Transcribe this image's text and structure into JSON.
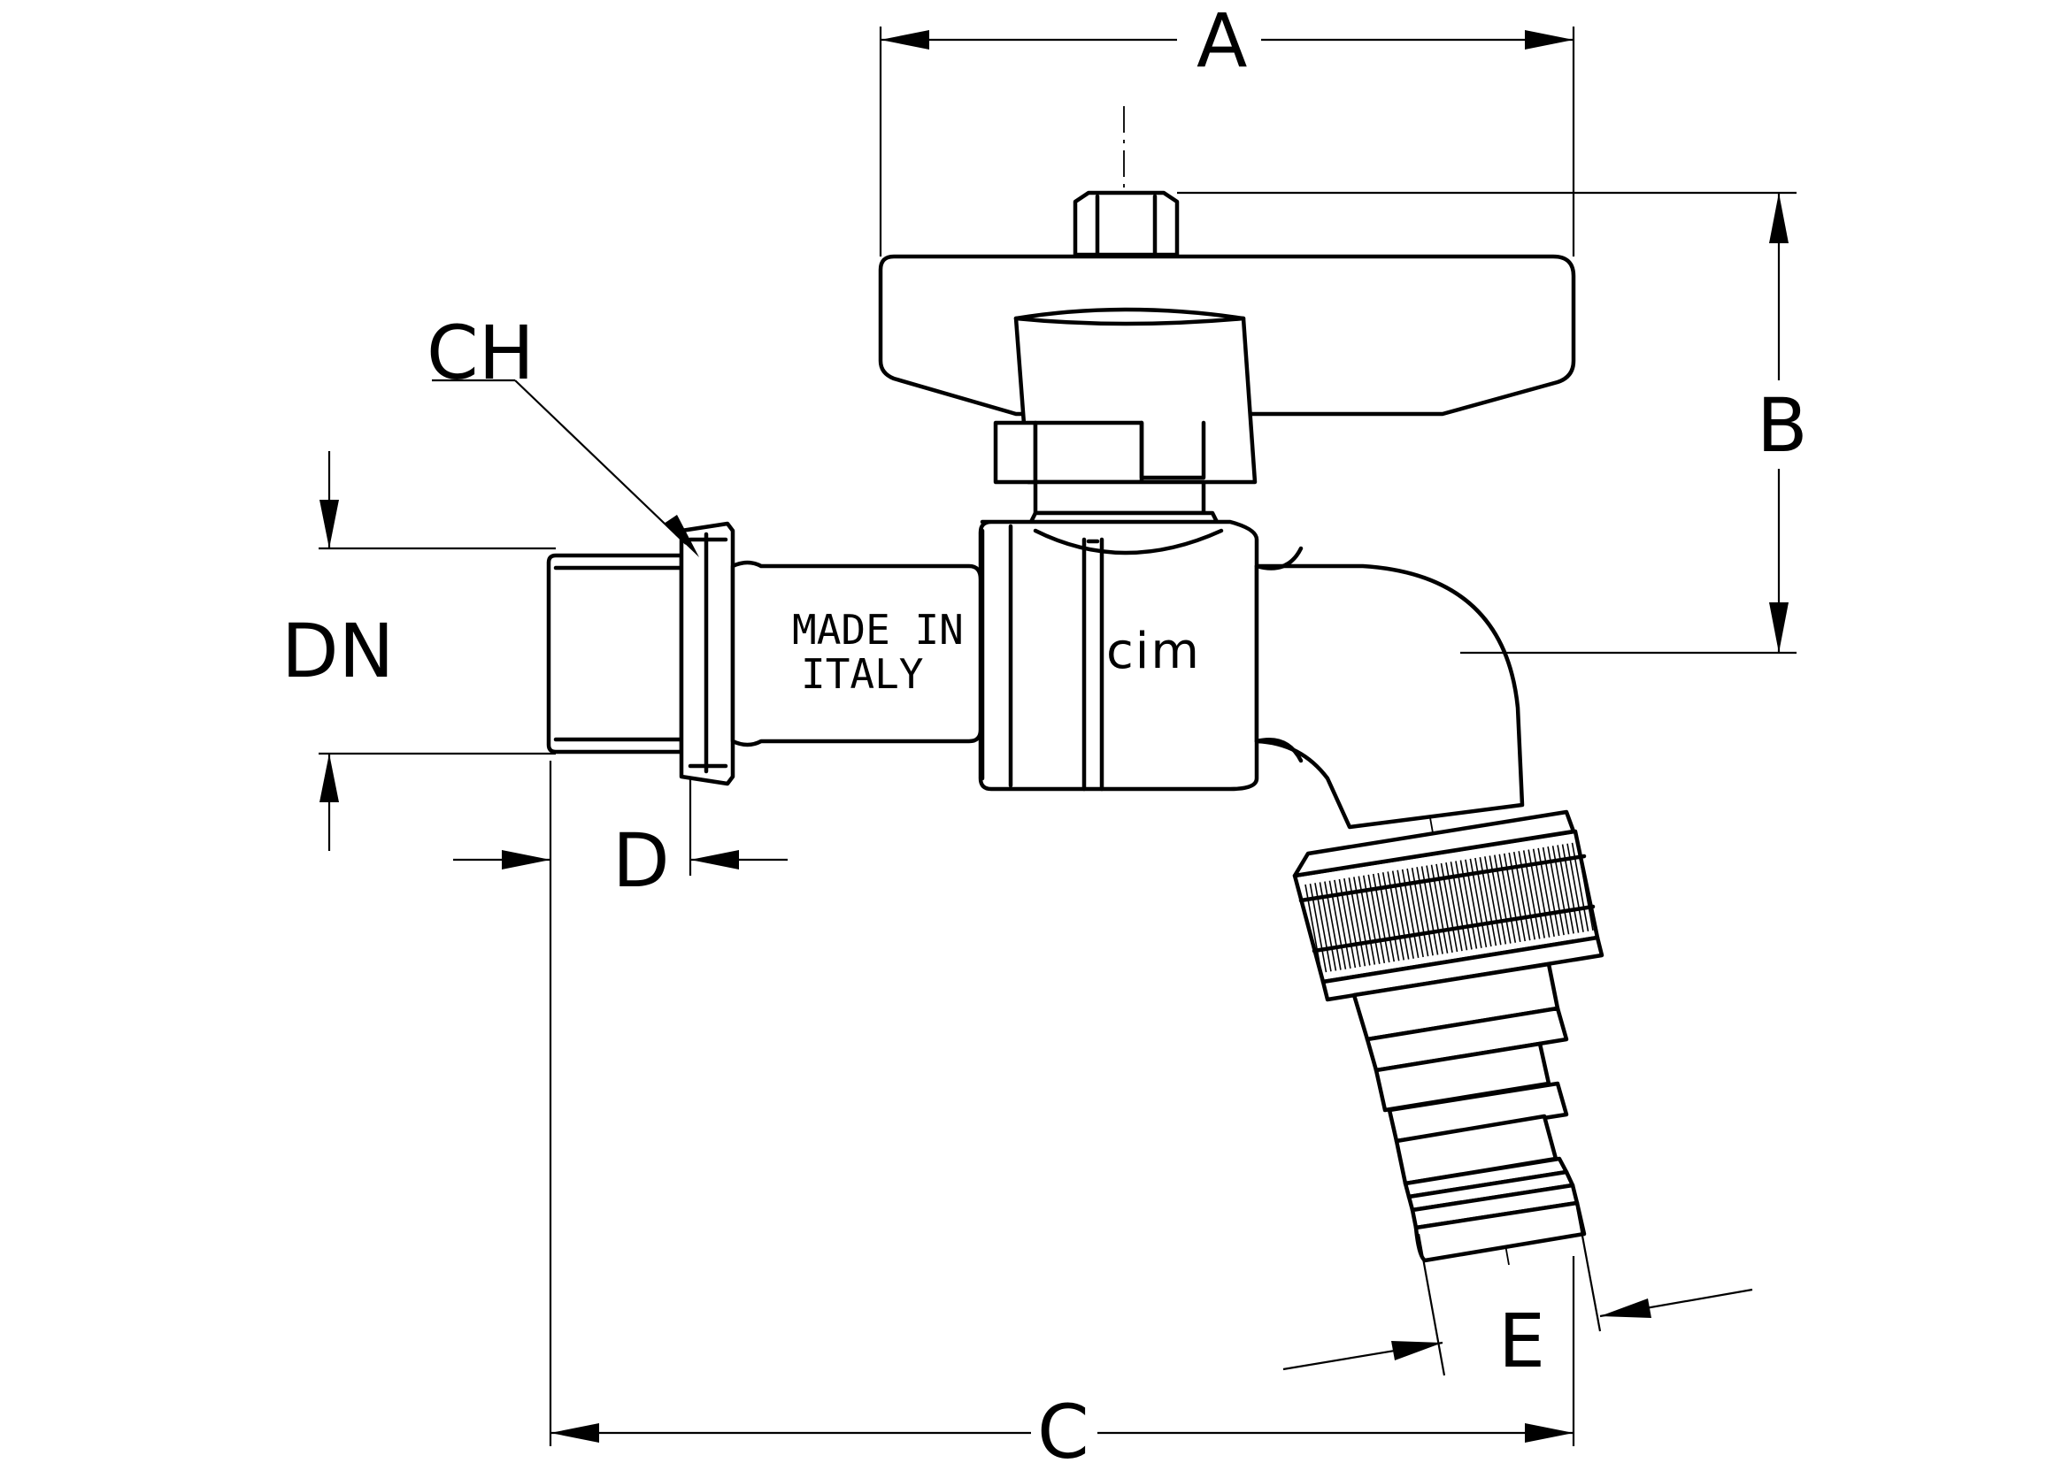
{
  "drawing": {
    "dimensions": {
      "a": "A",
      "b": "B",
      "c": "C",
      "d": "D",
      "e": "E",
      "dn": "DN",
      "ch": "CH"
    },
    "body_marking": {
      "line1": "MADE IN",
      "line2": "ITALY"
    },
    "brand": "cim",
    "colors": {
      "ink": "#000000",
      "paper": "#ffffff"
    }
  }
}
